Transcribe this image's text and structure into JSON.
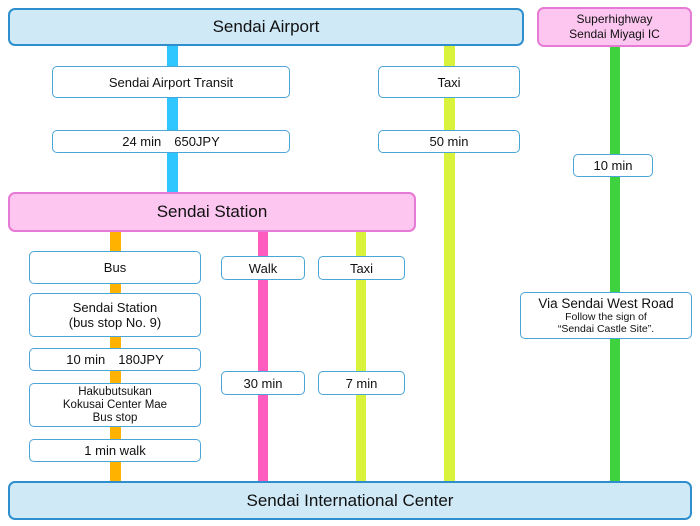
{
  "colors": {
    "airport_line": "#2fc6ff",
    "taxi_line": "#d9f23b",
    "highway_line": "#3fd23f",
    "bus_line": "#ffb300",
    "walk_line": "#ff5cc0"
  },
  "top": {
    "airport": "Sendai Airport",
    "highway": [
      "Superhighway",
      "Sendai Miyagi IC"
    ]
  },
  "airport_routes": {
    "transit": "Sendai Airport Transit",
    "transit_time": "24 min　650JPY",
    "taxi": "Taxi",
    "taxi_time": "50 min"
  },
  "highway_route": {
    "time": "10 min",
    "road": "Via Sendai West Road",
    "note_line1": "Follow the sign of",
    "note_line2": "“Sendai Castle Site”."
  },
  "station": "Sendai Station",
  "station_routes": {
    "bus": "Bus",
    "bus_stop": [
      "Sendai Station",
      "(bus stop No. 9)"
    ],
    "bus_time": "10 min　180JPY",
    "bus_arrive": [
      "Hakubutsukan",
      "Kokusai Center Mae",
      "Bus stop"
    ],
    "bus_walk": "1 min walk",
    "walk": "Walk",
    "walk_time": "30 min",
    "taxi": "Taxi",
    "taxi_time": "7 min"
  },
  "destination": "Sendai International Center"
}
